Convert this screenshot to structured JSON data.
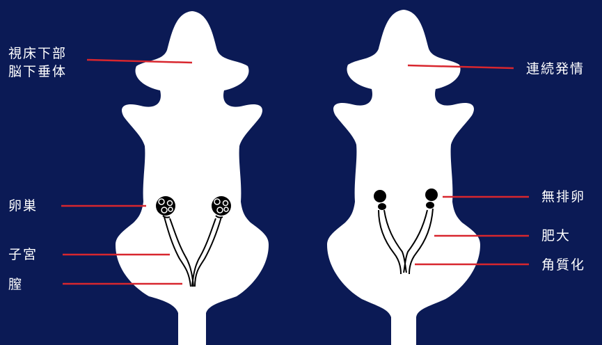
{
  "colors": {
    "background": "#0b1a55",
    "body": "#ffffff",
    "leader_line": "#d8262e",
    "organ": "#000000"
  },
  "left_figure": {
    "labels": {
      "hypothalamus": "視床下部",
      "pituitary": "脳下垂体",
      "ovary": "卵巣",
      "uterus": "子宮",
      "vagina": "膣"
    }
  },
  "right_figure": {
    "labels": {
      "estrus": "連続発情",
      "anovulation": "無排卵",
      "hypertrophy": "肥大",
      "keratinization": "角質化"
    }
  }
}
